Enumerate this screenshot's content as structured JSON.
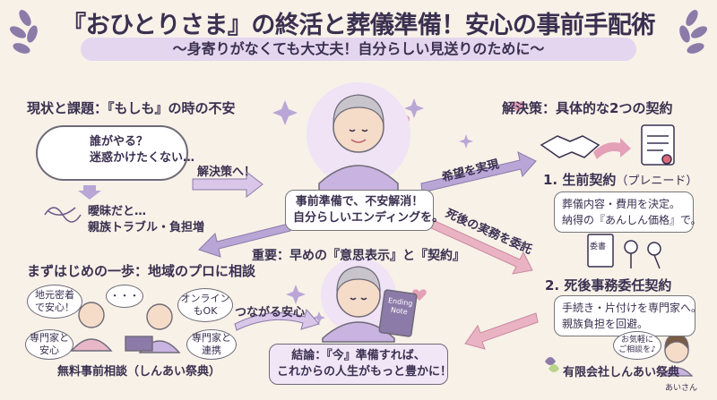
{
  "title": "『おひとりさま』の終活と葬儀準備！安心の事前手配術",
  "subtitle": "～身寄りがなくても大丈夫！自分らしい見送りのために～",
  "current": {
    "heading": "現状と課題：『もしも』の時の不安",
    "worry_lines": [
      "誰がやる？",
      "迷惑かけたくない…"
    ],
    "vague_lines": [
      "曖昧だと…",
      "親族トラブル・負担増"
    ]
  },
  "arrows": {
    "to_solution": "解決策へ！",
    "realize_hope": "希望を実現",
    "after_death": "死後の実務を委託",
    "connect": "つながる安心"
  },
  "center": {
    "speech_lines": [
      "事前準備で、不安解消！",
      "自分らしいエンディングを。"
    ],
    "important": "重要：早めの『意思表示』と『契約』",
    "note_label": "Ending Note",
    "conclusion_lines": [
      "結論：『今』準備すれば、",
      "これからの人生がもっと豊かに！"
    ]
  },
  "solution": {
    "heading": "解決策：具体的な2つの契約",
    "contract1_title": "1. 生前契約",
    "contract1_suffix": "（プレニード）",
    "contract1_lines": [
      "葬儀内容・費用を決定。",
      "納得の『あんしん価格』で。"
    ],
    "contract2_title": "2. 死後事務委任契約",
    "contract2_lines": [
      "手続き・片付けを専門家へ。",
      "親族負担を回避。"
    ],
    "doc_label": "委書"
  },
  "first_step": {
    "heading": "まずはじめの一歩：地域のプロに相談",
    "bubble_local": [
      "地元密着",
      "で安心！"
    ],
    "bubble_dots": "・・・",
    "bubble_online": [
      "オンライン",
      "もOK"
    ],
    "bubble_expert": [
      "専門家と",
      "安心"
    ],
    "bubble_link": [
      "専門家と",
      "連携"
    ],
    "caption": "無料事前相談（しんあい祭典）"
  },
  "footer": {
    "company": "有限会社しんあい祭典",
    "mascot_bubble": [
      "お気軽に",
      "ご相談を♪"
    ],
    "mascot_name": "あいさん"
  },
  "colors": {
    "accent_purple": "#e4d6ef",
    "arrow_purple": "#b9a6d6",
    "arrow_pink": "#eab3c3",
    "text": "#3a3050"
  }
}
